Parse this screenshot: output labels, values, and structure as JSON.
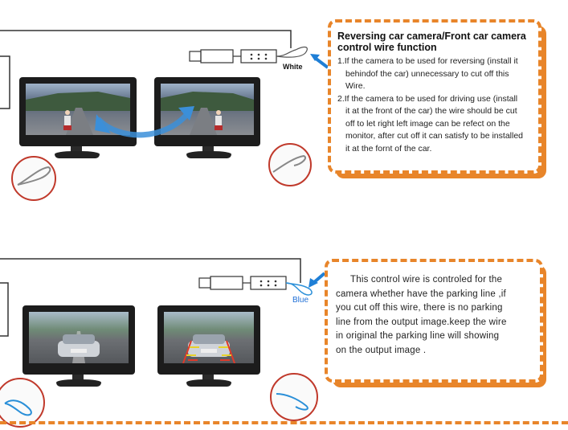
{
  "section1": {
    "title": "Reversing car camera/Front car camera control wire function",
    "title_line1": "Reversing car camera/Front car camera",
    "title_line2": "control wire function",
    "wire_label": "White",
    "items": [
      "1.If the camera to be used for reversing (install it behindof the car) unnecessary to cut off this Wire.",
      "2.If the camera to be used for driving use (install it at the front of the car) the wire should be cut off to let right left image can be refect on the monitor, after cut off it can satisfy to be installed it at the fornt of the car."
    ],
    "item1_lines": [
      "1.If the camera to be used for reversing (install it",
      "behindof the car) unnecessary to cut off this",
      "Wire."
    ],
    "item2_lines": [
      "2.If the camera to be used for driving use (install",
      "it at the front of the car) the wire should be cut",
      "off to let right left image can be refect on the",
      "monitor, after cut off it can satisfy to be installed",
      "it at the fornt of the car."
    ]
  },
  "section2": {
    "wire_label": "Blue",
    "description": "This control wire is controled for the camera whether have the parking line ,if you cut off this wire, there is no parking line from the output image.keep the wire in original the parking line will showing on the output image .",
    "lines": [
      "This control wire is controled for the",
      "camera whether have the parking line ,if",
      "you cut off this wire, there is no parking",
      "line from the output image.keep the wire",
      "in original the parking line will showing",
      "on the output image ."
    ]
  },
  "colors": {
    "accent": "#e8852a",
    "circle": "#c0392b",
    "arrow": "#1f7fd6",
    "wire_blue": "#2a8fd8"
  }
}
